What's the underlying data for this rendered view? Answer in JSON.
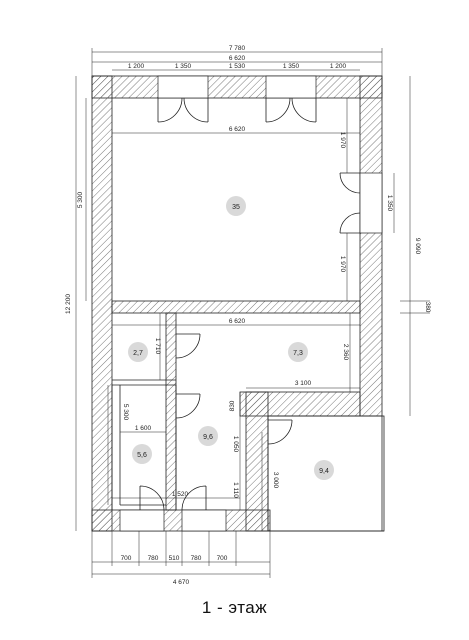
{
  "title": "1 - этаж",
  "dimensions": {
    "top_overall": "7 780",
    "top_inner": "6 620",
    "top_segments": [
      "1 200",
      "1 350",
      "1 530",
      "1 350",
      "1 200"
    ],
    "hall_width": "6 620",
    "mid_width": "6 620",
    "left_overall": "12 200",
    "left_upper": "5 300",
    "right_upper_a": "1 970",
    "right_upper_b": "1 970",
    "right_door": "1 350",
    "right_overall": "9 090",
    "right_small": "380",
    "small_room_1": "1 710",
    "corridor": "2 360",
    "room73_width": "3 100",
    "left_lower": "5 300",
    "bath_width": "1 600",
    "v_830": "830",
    "v_1050": "1 050",
    "v_3000": "3 000",
    "v_1110": "1 110",
    "bottom_door": "1 520",
    "bottom_segments": [
      "700",
      "780",
      "510",
      "780",
      "700"
    ],
    "bottom_overall": "4 670"
  },
  "rooms": [
    {
      "id": "r35",
      "area": "35"
    },
    {
      "id": "r27",
      "area": "2,7"
    },
    {
      "id": "r73",
      "area": "7,3"
    },
    {
      "id": "r96",
      "area": "9,6"
    },
    {
      "id": "r56",
      "area": "5,6"
    },
    {
      "id": "r94",
      "area": "9,4"
    }
  ],
  "colors": {
    "line": "#222222",
    "hatch": "#555555",
    "room_circle": "#d9d9d9"
  }
}
